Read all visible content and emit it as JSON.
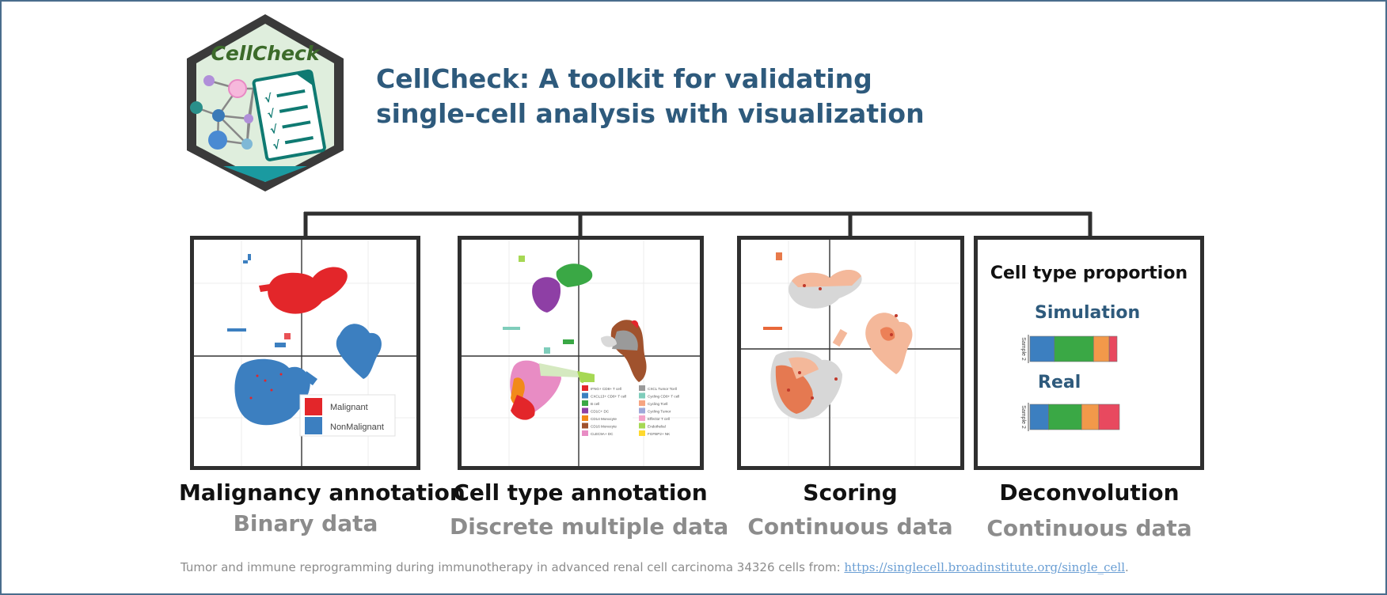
{
  "logo": {
    "text": "CellCheck"
  },
  "title": {
    "line1": "CellCheck: A toolkit for validating",
    "line2": "single-cell analysis with visualization"
  },
  "panels": [
    {
      "caption": "Malignancy annotation",
      "subcaption": "Binary data",
      "legend": [
        {
          "label": "Malignant",
          "color": "#e3262a"
        },
        {
          "label": "NonMalignant",
          "color": "#3c7fc0"
        }
      ]
    },
    {
      "caption": "Cell type annotation",
      "subcaption": "Discrete multiple data",
      "legend": [
        {
          "label": "IFNG+ CD8+ T cell",
          "color": "#e3262a"
        },
        {
          "label": "CXCL13+ CD8+ T cell",
          "color": "#3c7fc0"
        },
        {
          "label": "B cell",
          "color": "#3aa845"
        },
        {
          "label": "CD1C+ DC",
          "color": "#8e3fa5"
        },
        {
          "label": "CD14 Monocyte",
          "color": "#f28a1a"
        },
        {
          "label": "CD16 Monocyte",
          "color": "#a0522d"
        },
        {
          "label": "CLEC9A+ DC",
          "color": "#e88cc4"
        },
        {
          "label": "CXCL Tumor Tcell",
          "color": "#9a9a9a"
        },
        {
          "label": "Cycling CD8+ T cell",
          "color": "#7fcdbb"
        },
        {
          "label": "Cycling Tcell",
          "color": "#f6a582"
        },
        {
          "label": "Cycling Tumor",
          "color": "#9fa8da"
        },
        {
          "label": "Effector T cell",
          "color": "#f4a3c8"
        },
        {
          "label": "Endothelial",
          "color": "#a6d854"
        },
        {
          "label": "FGFBP2+ NK",
          "color": "#ffd92f"
        }
      ]
    },
    {
      "caption": "Scoring",
      "subcaption": "Continuous data"
    },
    {
      "caption": "Deconvolution",
      "subcaption": "Continuous data",
      "header": "Cell type proportion",
      "sim_label": "Simulation",
      "real_label": "Real",
      "axis_label": "Sample 2",
      "simulation": [
        {
          "value": 0.28,
          "color": "#3c7fc0"
        },
        {
          "value": 0.45,
          "color": "#3aa845"
        },
        {
          "value": 0.18,
          "color": "#f2994a"
        },
        {
          "value": 0.09,
          "color": "#e8495f"
        }
      ],
      "real": [
        {
          "value": 0.27,
          "color": "#3c7fc0"
        },
        {
          "value": 0.48,
          "color": "#3aa845"
        },
        {
          "value": 0.25,
          "color": "#f2994a"
        },
        {
          "value": 0.3,
          "color": "#e8495f"
        }
      ]
    }
  ],
  "footnote": {
    "text": "Tumor and immune reprogramming during immunotherapy in advanced renal cell carcinoma 34326 cells from: ",
    "link": "https://singlecell.broadinstitute.org/single_cell",
    "end": "."
  }
}
